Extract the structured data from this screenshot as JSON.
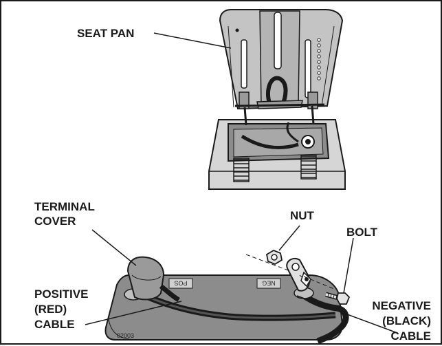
{
  "labels": {
    "seat_pan": "SEAT PAN",
    "terminal_cover_1": "TERMINAL",
    "terminal_cover_2": "COVER",
    "nut": "NUT",
    "bolt": "BOLT",
    "positive_1": "POSITIVE",
    "positive_2": "(RED)",
    "positive_3": "CABLE",
    "negative_1": "NEGATIVE",
    "negative_2": "(BLACK)",
    "negative_3": "CABLE"
  },
  "battery": {
    "pos_mark": "POS",
    "neg_mark": "NEG",
    "figure_code": "02003"
  },
  "colors": {
    "line": "#1a1a1a",
    "shade": "#8c8c8c",
    "light": "#c8c8c8",
    "paper": "#ffffff"
  }
}
